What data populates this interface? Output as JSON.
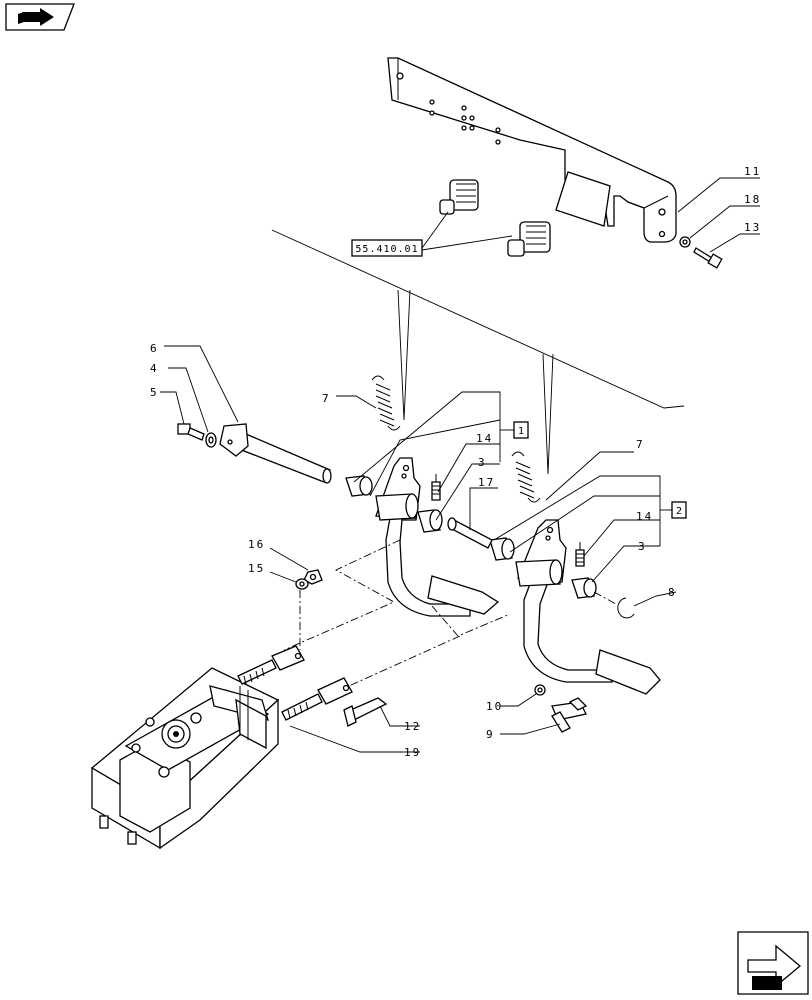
{
  "reference_box": {
    "label": "55.410.01"
  },
  "group_boxes": [
    {
      "label": "1"
    },
    {
      "label": "2"
    }
  ],
  "callouts": [
    {
      "id": "c11",
      "label": "11"
    },
    {
      "id": "c18",
      "label": "18"
    },
    {
      "id": "c13",
      "label": "13"
    },
    {
      "id": "c6",
      "label": "6"
    },
    {
      "id": "c4",
      "label": "4"
    },
    {
      "id": "c5",
      "label": "5"
    },
    {
      "id": "c7a",
      "label": "7"
    },
    {
      "id": "c14a",
      "label": "14"
    },
    {
      "id": "c3a",
      "label": "3"
    },
    {
      "id": "c17",
      "label": "17"
    },
    {
      "id": "c7b",
      "label": "7"
    },
    {
      "id": "c14b",
      "label": "14"
    },
    {
      "id": "c3b",
      "label": "3"
    },
    {
      "id": "c16",
      "label": "16"
    },
    {
      "id": "c15",
      "label": "15"
    },
    {
      "id": "c8",
      "label": "8"
    },
    {
      "id": "c10",
      "label": "10"
    },
    {
      "id": "c9",
      "label": "9"
    },
    {
      "id": "c12",
      "label": "12"
    },
    {
      "id": "c19",
      "label": "19"
    }
  ],
  "nav": {
    "top_icon": "book-arrow-icon",
    "bottom_icon": "next-page-arrow-icon"
  }
}
